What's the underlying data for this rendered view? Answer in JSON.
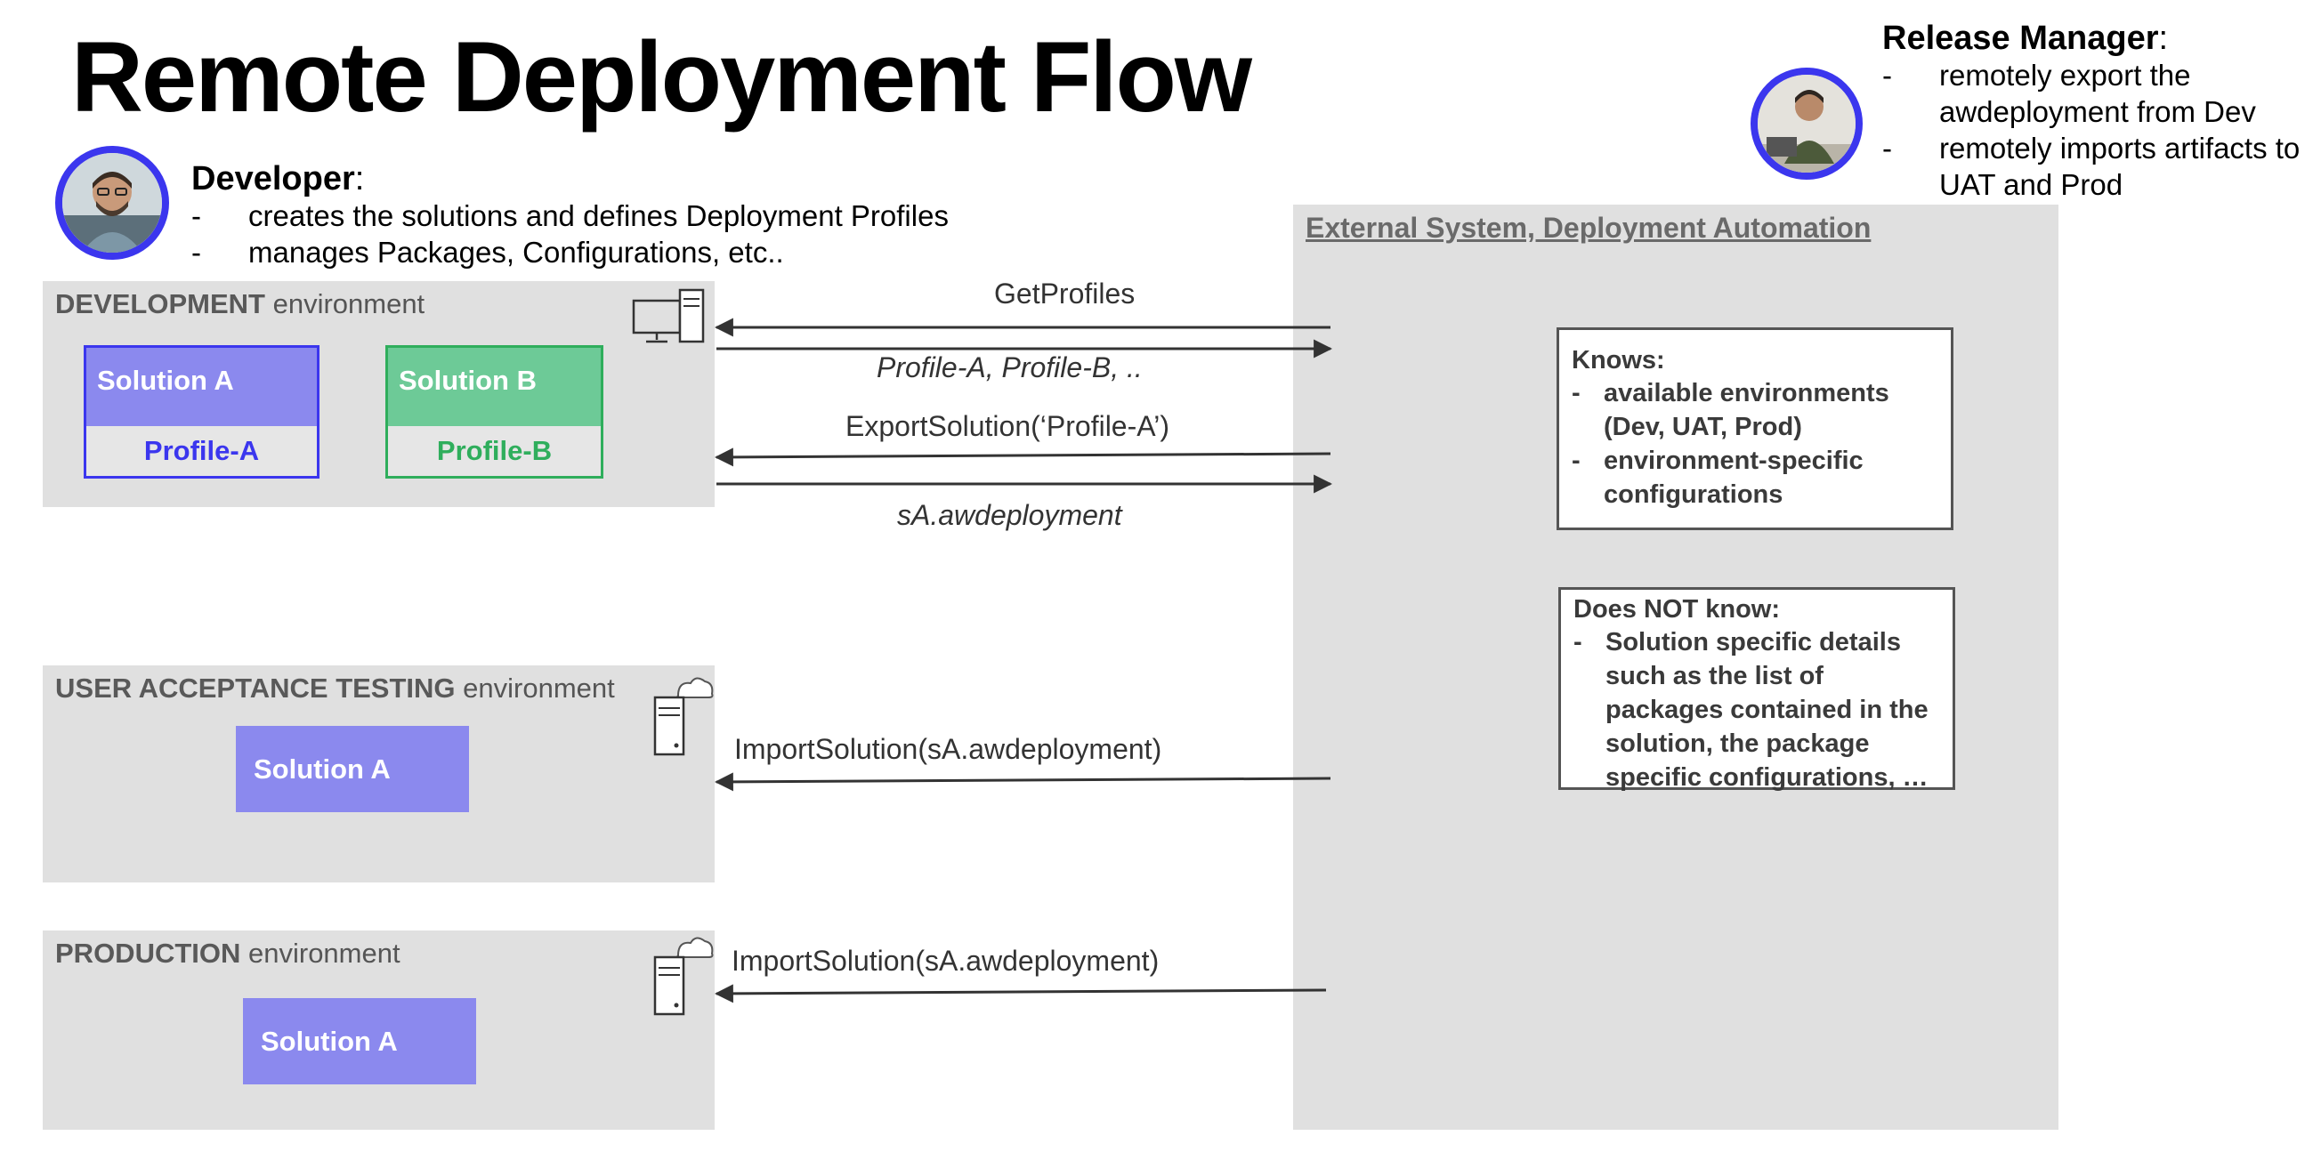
{
  "title": "Remote Deployment Flow",
  "developer": {
    "role": "Developer",
    "items": [
      "creates the solutions and defines Deployment Profiles",
      "manages Packages, Configurations, etc.."
    ]
  },
  "release_manager": {
    "role": "Release Manager",
    "items": [
      "remotely export the awdeployment from Dev",
      "remotely imports artifacts to UAT and Prod"
    ]
  },
  "environments": {
    "dev": {
      "name": "DEVELOPMENT",
      "suffix": " environment"
    },
    "uat": {
      "name": "USER ACCEPTANCE TESTING",
      "suffix": " environment"
    },
    "prod": {
      "name": "PRODUCTION",
      "suffix": " environment"
    }
  },
  "solutions": {
    "dev_a": {
      "name": "Solution A",
      "profile": "Profile-A"
    },
    "dev_b": {
      "name": "Solution B",
      "profile": "Profile-B"
    },
    "uat_a": {
      "name": "Solution A"
    },
    "prod_a": {
      "name": "Solution A"
    }
  },
  "external": {
    "title": "External System, Deployment Automation",
    "knows": {
      "heading": "Knows:",
      "items": [
        "available environments (Dev, UAT, Prod)",
        "environment-specific configurations"
      ]
    },
    "not_knows": {
      "heading": "Does NOT know:",
      "items": [
        "Solution specific details such as the list of packages contained in the solution, the package specific configurations, …"
      ]
    }
  },
  "messages": {
    "get_profiles": "GetProfiles",
    "profiles_response": "Profile-A, Profile-B, ..",
    "export_solution": "ExportSolution(‘Profile-A’)",
    "export_response": "sA.awdeployment",
    "import_uat": "ImportSolution(sA.awdeployment)",
    "import_prod": "ImportSolution(sA.awdeployment)"
  },
  "colors": {
    "avatar_ring": "#3b36ee",
    "solution_a": "#8b89ee",
    "solution_a_border": "#3b36ee",
    "solution_b": "#6dca97",
    "solution_b_border": "#2fae5c",
    "environment_bg": "#e0e0e0"
  }
}
